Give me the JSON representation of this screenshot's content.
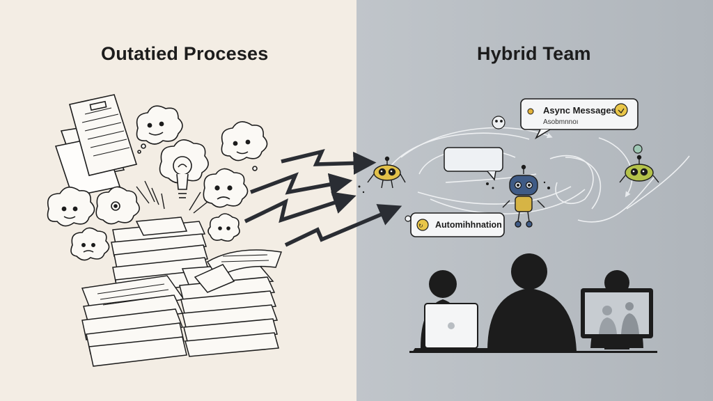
{
  "left_panel": {
    "title": "Outatied Proceses",
    "background": "#f3ede4"
  },
  "right_panel": {
    "title": "Hybrid Team",
    "background": "#b7bdc3",
    "async_bubble": {
      "title": "Async Messages",
      "subtitle": "Asobmnnoı"
    },
    "automation_bubble": {
      "label": "Automihhnation"
    }
  },
  "icons": [
    "document-stack-icon",
    "worried-cloud-icon",
    "lightbulb-icon",
    "lightning-arrow-icon",
    "robot-icon",
    "chat-bubble-icon",
    "laptop-icon",
    "monitor-icon",
    "person-silhouette-icon"
  ],
  "colors": {
    "ink": "#1c1c1c",
    "robot_yellow": "#e2c14a",
    "robot_blue": "#3f5b86",
    "robot_green": "#b4c24a",
    "arrow": "#2a2d33"
  }
}
